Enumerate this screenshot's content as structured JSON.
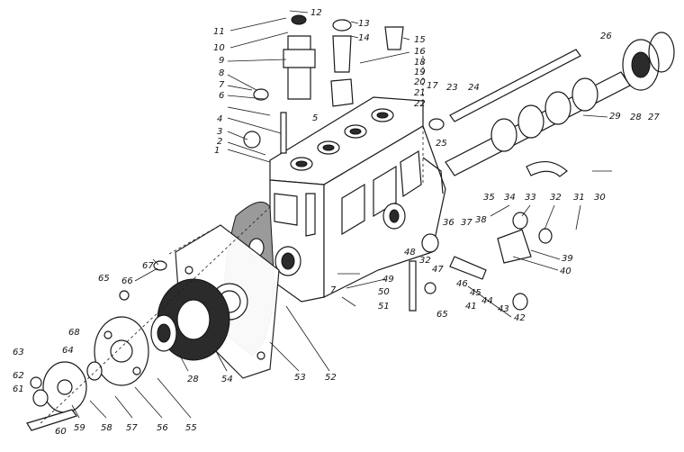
{
  "diagram": {
    "labels": [
      "1",
      "2",
      "3",
      "4",
      "5",
      "6",
      "7",
      "8",
      "9",
      "10",
      "11",
      "12",
      "13",
      "14",
      "15",
      "16",
      "17",
      "18",
      "19",
      "20",
      "21",
      "22",
      "23",
      "24",
      "25",
      "26",
      "27",
      "28",
      "29",
      "30",
      "31",
      "32",
      "33",
      "34",
      "35",
      "36",
      "37",
      "38",
      "39",
      "40",
      "41",
      "42",
      "43",
      "44",
      "45",
      "46",
      "47",
      "48",
      "49",
      "50",
      "51",
      "52",
      "53",
      "54",
      "55",
      "56",
      "57",
      "58",
      "59",
      "60",
      "61",
      "62",
      "63",
      "64",
      "65",
      "66",
      "67",
      "68"
    ]
  },
  "colors": {
    "ink": "#1a1a1a",
    "paper": "#ffffff"
  }
}
